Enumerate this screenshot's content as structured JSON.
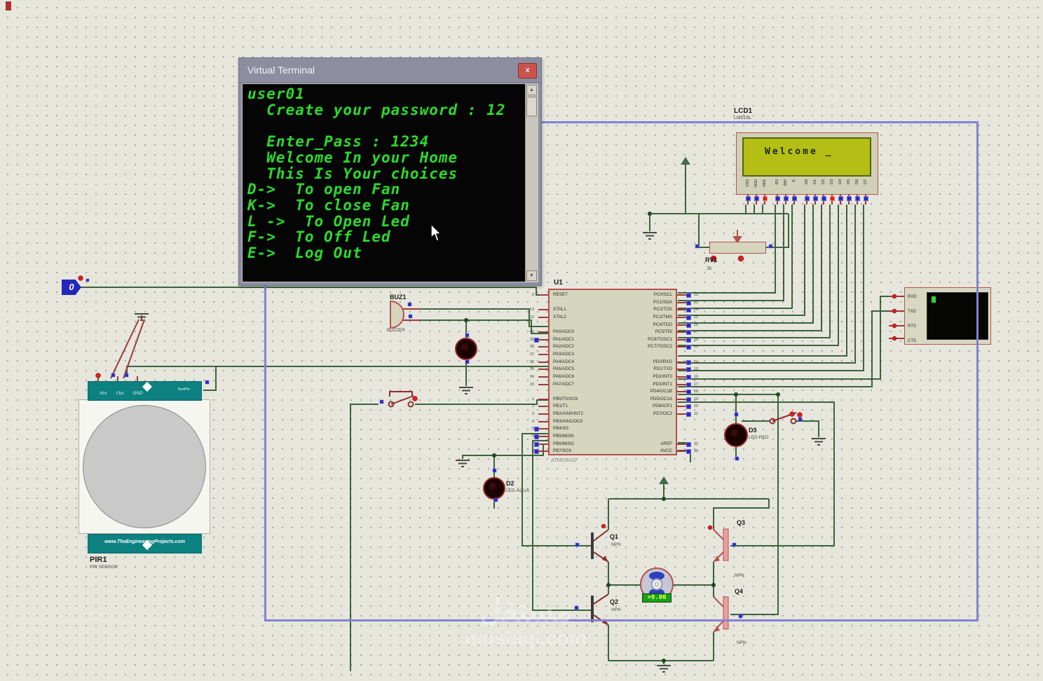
{
  "window": {
    "title": "Virtual Terminal",
    "close_label": "x",
    "lines": [
      "user01",
      "  Create your password : 12",
      "",
      "  Enter_Pass : 1234",
      "  Welcome In your Home",
      "  This Is Your choices",
      "D->  To open Fan",
      "K->  To close Fan",
      "L ->  To Open Led",
      "F->  To Off Led",
      "E->  Log Out"
    ]
  },
  "lcd": {
    "ref": "LCD1",
    "part": "LM016L",
    "screen_text": "Welcome _",
    "pins": [
      "VSS",
      "VDD",
      "VEE",
      "RS",
      "RW",
      "E",
      "D0",
      "D1",
      "D2",
      "D3",
      "D4",
      "D5",
      "D6",
      "D7"
    ]
  },
  "u1": {
    "ref": "U1",
    "part": "ATMEGA32",
    "left_labels": [
      "RESET",
      "",
      "XTAL1",
      "XTAL2",
      "",
      "PA0/ADC0",
      "PA1/ADC1",
      "PA2/ADC2",
      "PA3/ADC3",
      "PA4/ADC4",
      "PA5/ADC5",
      "PA6/ADC6",
      "PA7/ADC7",
      "",
      "PB0/T0/XCK",
      "PB1/T1",
      "PB2/AIN0/INT2",
      "PB3/AIN1/OC0",
      "PB4/SS",
      "PB5/MOSI",
      "PB6/MISO",
      "PB7/SCK"
    ],
    "left_numbers": [
      "9",
      "",
      "13",
      "12",
      "",
      "40",
      "39",
      "38",
      "37",
      "36",
      "35",
      "34",
      "33",
      "",
      "1",
      "2",
      "3",
      "4",
      "5",
      "6",
      "7",
      "8"
    ],
    "right_labels": [
      "PC0/SCL",
      "PC1/SDA",
      "PC2/TCK",
      "PC3/TMS",
      "PC4/TDO",
      "PC5/TDI",
      "PC6/TOSC1",
      "PC7/TOSC2",
      "",
      "PD0/RXD",
      "PD1/TXD",
      "PD2/INT0",
      "PD3/INT1",
      "PD4/OC1B",
      "PD5/OC1A",
      "PD6/ICP1",
      "PD7/OC2",
      "",
      "",
      "",
      "AREF",
      "AVCC"
    ],
    "right_numbers": [
      "22",
      "23",
      "24",
      "25",
      "26",
      "27",
      "28",
      "29",
      "",
      "14",
      "15",
      "16",
      "17",
      "18",
      "19",
      "20",
      "21",
      "",
      "",
      "",
      "32",
      "30"
    ]
  },
  "pir": {
    "ref": "PIR1",
    "part": "PIR SENSOR",
    "pin_labels": [
      "Vcc",
      "Out",
      "GND"
    ],
    "test_pin": "TestPin",
    "url": "www.TheEngineeringProjects.com"
  },
  "buzzer": {
    "ref": "BUZ1",
    "part": "BUZZER"
  },
  "pot": {
    "ref": "RV1",
    "value": "1k"
  },
  "led2": {
    "ref": "D2",
    "part": "LED-AQUA"
  },
  "led3": {
    "ref": "D3",
    "part": "LED-RED"
  },
  "transistors": {
    "q1": {
      "ref": "Q1",
      "type": "NPN"
    },
    "q2": {
      "ref": "Q2",
      "type": "NPN"
    },
    "q3": {
      "ref": "Q3",
      "type": "NPN"
    },
    "q4": {
      "ref": "Q4",
      "type": "NPN"
    }
  },
  "serial": {
    "pins": [
      "RXD",
      "TXD",
      "RTS",
      "CTS"
    ]
  },
  "toggle": {
    "value": "0"
  },
  "motor": {
    "display": "+0.00"
  },
  "watermark": {
    "line1": "مستقل",
    "line2": "mostaql.com"
  },
  "colors": {
    "wire_green": "#3c633c",
    "component_red": "#b4524e",
    "sheet_border": "#8282d4",
    "terminal_green": "#2bdb2b",
    "lcd_screen": "#b4be14",
    "teal": "#0d8080"
  }
}
